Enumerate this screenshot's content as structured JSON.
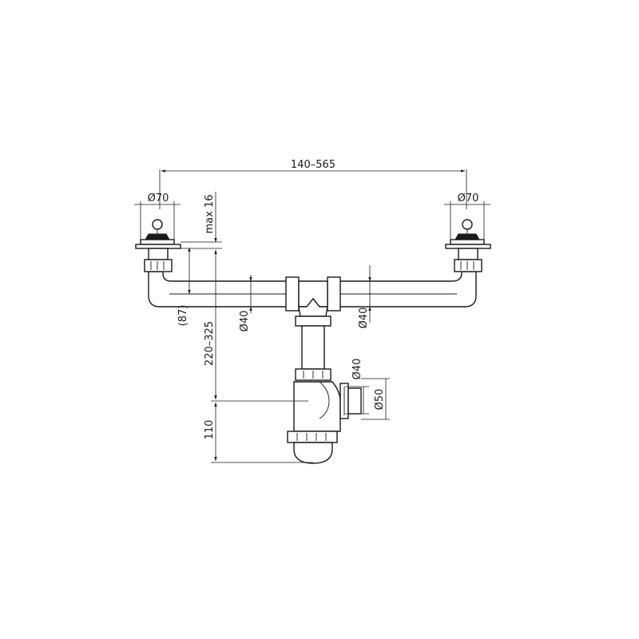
{
  "dimensions": {
    "spacing": "140–565",
    "left_outlet_diameter": "Ø70",
    "right_outlet_diameter": "Ø70",
    "max_depth": "max 16",
    "arm_height": "(87)",
    "total_height": "220–325",
    "left_pipe_diameter": "Ø40",
    "right_pipe_diameter": "Ø40",
    "side_inlet_diameter": "Ø40",
    "side_outlet_diameter": "Ø50",
    "bottom_height": "110"
  }
}
